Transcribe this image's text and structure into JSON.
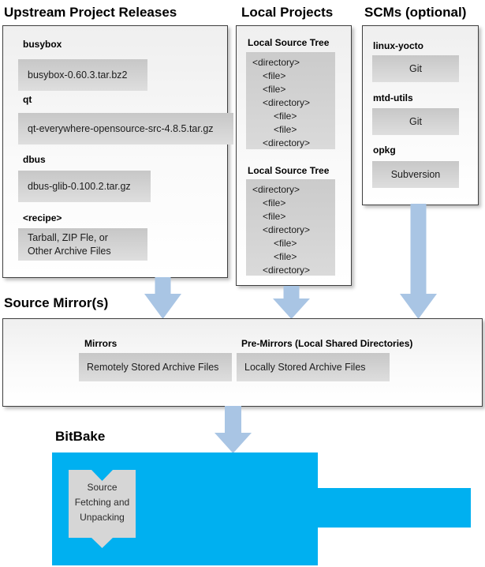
{
  "upstream": {
    "title": "Upstream Project Releases",
    "items": [
      {
        "label": "busybox",
        "value": "busybox-0.60.3.tar.bz2"
      },
      {
        "label": "qt",
        "value": "qt-everywhere-opensource-src-4.8.5.tar.gz"
      },
      {
        "label": "dbus",
        "value": "dbus-glib-0.100.2.tar.gz"
      },
      {
        "label": "<recipe>",
        "value_line1": "Tarball, ZIP Fle, or",
        "value_line2": "Other Archive Files"
      }
    ]
  },
  "local": {
    "title": "Local Projects",
    "trees": [
      {
        "label": "Local Source Tree",
        "lines": [
          {
            "text": "<directory>",
            "indent": 0
          },
          {
            "text": "<file>",
            "indent": 1
          },
          {
            "text": "<file>",
            "indent": 1
          },
          {
            "text": "<directory>",
            "indent": 1
          },
          {
            "text": "<file>",
            "indent": 2
          },
          {
            "text": "<file>",
            "indent": 2
          },
          {
            "text": "<directory>",
            "indent": 1
          }
        ]
      },
      {
        "label": "Local Source Tree",
        "lines": [
          {
            "text": "<directory>",
            "indent": 0
          },
          {
            "text": "<file>",
            "indent": 1
          },
          {
            "text": "<file>",
            "indent": 1
          },
          {
            "text": "<directory>",
            "indent": 1
          },
          {
            "text": "<file>",
            "indent": 2
          },
          {
            "text": "<file>",
            "indent": 2
          },
          {
            "text": "<directory>",
            "indent": 1
          }
        ]
      }
    ]
  },
  "scms": {
    "title": "SCMs (optional)",
    "items": [
      {
        "label": "linux-yocto",
        "value": "Git"
      },
      {
        "label": "mtd-utils",
        "value": "Git"
      },
      {
        "label": "opkg",
        "value": "Subversion"
      }
    ]
  },
  "mirrors": {
    "title": "Source Mirror(s)",
    "groups": [
      {
        "label": "Mirrors",
        "value": "Remotely Stored Archive Files"
      },
      {
        "label": "Pre-Mirrors (Local Shared Directories)",
        "value": "Locally Stored Archive Files"
      }
    ]
  },
  "bitbake": {
    "title": "BitBake",
    "process_line1": "Source",
    "process_line2": "Fetching and",
    "process_line3": "Unpacking"
  },
  "colors": {
    "flow_arrow": "#a9c5e4",
    "bitbake_blue": "#00b0f0",
    "item_box_gray": "#d2d2d2",
    "callout_gray": "#d6d6d6",
    "panel_border": "#3f3f3f"
  }
}
